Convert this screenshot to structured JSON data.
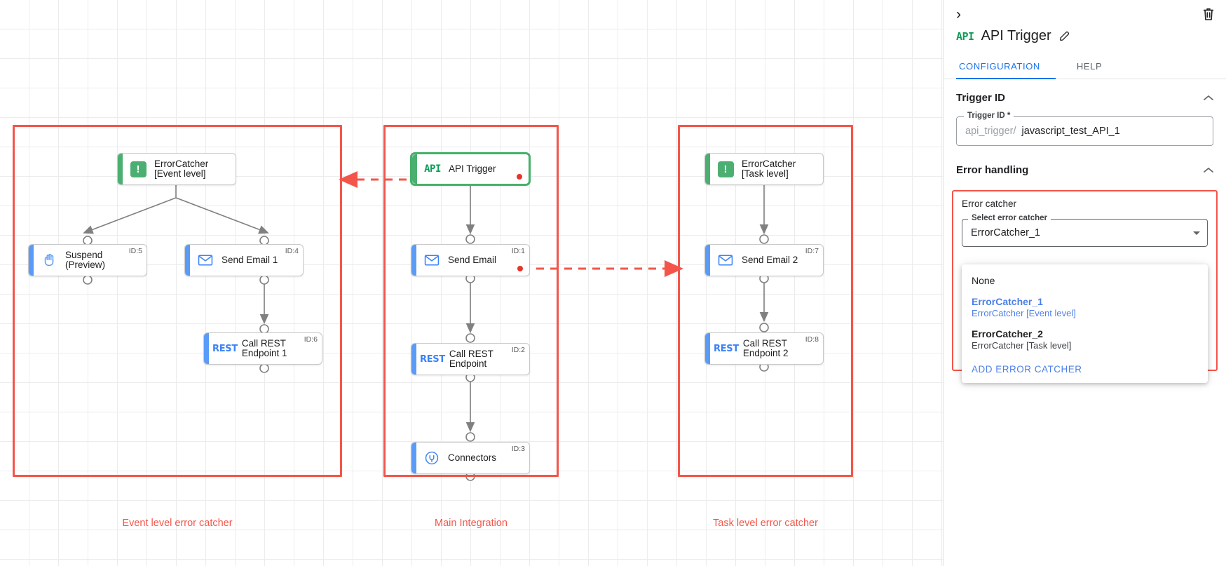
{
  "canvas": {
    "groups": [
      {
        "label": "Event level error catcher"
      },
      {
        "label": "Main Integration"
      },
      {
        "label": "Task level error catcher"
      }
    ],
    "nodes": [
      {
        "label": "ErrorCatcher\n[Event level]",
        "id": "",
        "icon": "error-catcher-icon",
        "accent": "green"
      },
      {
        "label": "Suspend\n(Preview)",
        "id": "ID:5",
        "icon": "hand-icon",
        "accent": "blue"
      },
      {
        "label": "Send Email 1",
        "id": "ID:4",
        "icon": "envelope-icon",
        "accent": "blue"
      },
      {
        "label": "Call REST\nEndpoint 1",
        "id": "ID:6",
        "icon": "rest-icon",
        "accent": "blue"
      },
      {
        "label": "API Trigger",
        "id": "",
        "icon": "api-icon",
        "accent": "green"
      },
      {
        "label": "Send Email",
        "id": "ID:1",
        "icon": "envelope-icon",
        "accent": "blue"
      },
      {
        "label": "Call REST\nEndpoint",
        "id": "ID:2",
        "icon": "rest-icon",
        "accent": "blue"
      },
      {
        "label": "Connectors",
        "id": "ID:3",
        "icon": "connectors-icon",
        "accent": "blue"
      },
      {
        "label": "ErrorCatcher\n[Task level]",
        "id": "",
        "icon": "error-catcher-icon",
        "accent": "green"
      },
      {
        "label": "Send Email 2",
        "id": "ID:7",
        "icon": "envelope-icon",
        "accent": "blue"
      },
      {
        "label": "Call REST\nEndpoint 2",
        "id": "ID:8",
        "icon": "rest-icon",
        "accent": "blue"
      }
    ],
    "rest_icon_text": "REST",
    "api_icon_text": "API",
    "error_icon_glyph": "!"
  },
  "panel": {
    "collapse_glyph": "›",
    "title": "API Trigger",
    "icon_text": "API",
    "tabs": [
      {
        "label": "CONFIGURATION",
        "active": true
      },
      {
        "label": "HELP",
        "active": false
      }
    ],
    "trigger_section": {
      "title": "Trigger ID",
      "field_label": "Trigger ID *",
      "prefix": "api_trigger/",
      "value": "javascript_test_API_1"
    },
    "error_section": {
      "title": "Error handling",
      "box_label": "Error catcher",
      "select_label": "Select error catcher",
      "select_value": "ErrorCatcher_1",
      "options": [
        {
          "primary": "None",
          "secondary": "",
          "selected": false
        },
        {
          "primary": "ErrorCatcher_1",
          "secondary": "ErrorCatcher [Event level]",
          "selected": true
        },
        {
          "primary": "ErrorCatcher_2",
          "secondary": "ErrorCatcher [Task level]",
          "selected": false
        }
      ],
      "add_action": "ADD ERROR CATCHER"
    }
  },
  "colors": {
    "accent_blue": "#1a73e8",
    "error_red": "#f4554a",
    "node_blue": "#5b9bf8",
    "node_green": "#4caf72"
  }
}
